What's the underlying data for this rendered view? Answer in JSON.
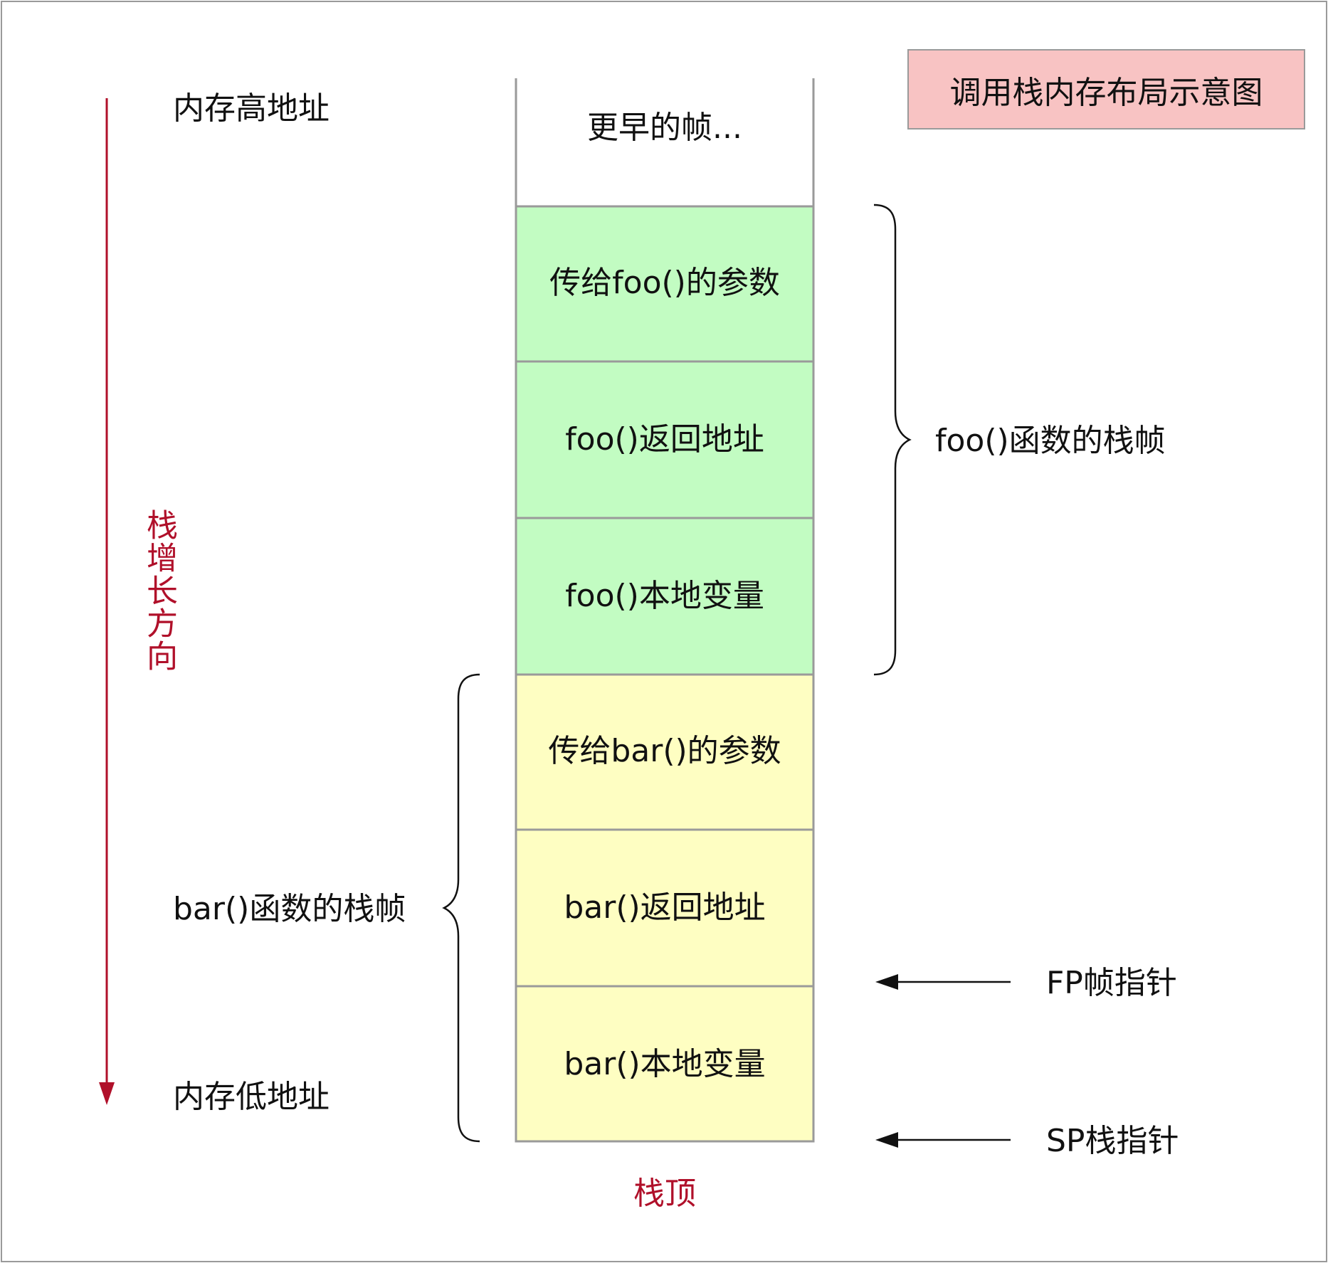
{
  "title": "调用栈内存布局示意图",
  "stack_cells": [
    {
      "label": "更早的帧...",
      "color": "#ffffff"
    },
    {
      "label": "传给foo()的参数",
      "color": "#c2fcc2"
    },
    {
      "label": "foo()返回地址",
      "color": "#c2fcc2"
    },
    {
      "label": "foo()本地变量",
      "color": "#c2fcc2"
    },
    {
      "label": "传给bar()的参数",
      "color": "#fefec2"
    },
    {
      "label": "bar()返回地址",
      "color": "#fefec2"
    },
    {
      "label": "bar()本地变量",
      "color": "#fefec2"
    }
  ],
  "labels": {
    "memory_high": "内存高地址",
    "memory_low": "内存低地址",
    "growth_direction": "栈增长方向",
    "stack_top": "栈顶",
    "foo_frame": "foo()函数的栈帧",
    "bar_frame": "bar()函数的栈帧",
    "fp_pointer": "FP帧指针",
    "sp_pointer": "SP栈指针"
  },
  "colors": {
    "accent_red": "#b0102a",
    "title_fill": "#f8c3c3",
    "border_gray": "#9a9a9a"
  }
}
